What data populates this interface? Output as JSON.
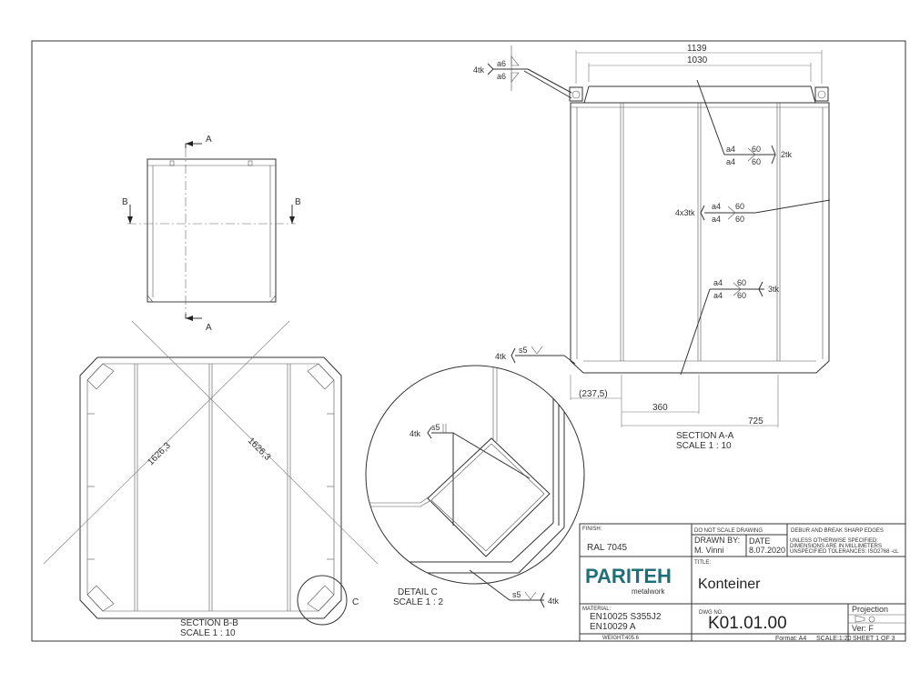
{
  "views": {
    "top": {
      "cut_a": "A",
      "cut_b": "B"
    },
    "section_aa": {
      "name": "SECTION A-A",
      "scale": "SCALE 1 : 10",
      "dims": [
        "1139",
        "1030",
        "(237,5)",
        "360",
        "725"
      ],
      "welds": {
        "w1_qty": "4tk",
        "w1_a": "a6",
        "w1_b": "a6",
        "w2_qty": "2tk",
        "w2_a": "a4",
        "w2_b": "a4",
        "w2_l1": "60",
        "w2_l2": "60",
        "w3_qty": "4x3tk",
        "w3_a": "a4",
        "w3_b": "a4",
        "w3_l1": "60",
        "w3_l2": "60",
        "w4_qty": "3tk",
        "w4_a": "a4",
        "w4_b": "a4",
        "w4_l1": "60",
        "w4_l2": "60",
        "w5_qty": "4tk",
        "w5_s": "s5"
      }
    },
    "section_bb": {
      "name": "SECTION B-B",
      "scale": "SCALE 1 : 10",
      "diag1": "1626,3",
      "diag2": "1626,3",
      "detail_ref": "C"
    },
    "detail_c": {
      "name": "DETAIL C",
      "scale": "SCALE 1 : 2",
      "weld1_qty": "4tk",
      "weld1_s": "s5",
      "weld2_qty": "4tk",
      "weld2_s": "s5"
    }
  },
  "title_block": {
    "finish_label": "FINISH:",
    "finish": "RAL 7045",
    "do_not_scale": "DO NOT SCALE DRAWING",
    "debur": "DEBUR AND BREAK SHARP EDGES",
    "drawn_by_label": "DRAWN BY:",
    "drawn_by": "M. Vinni",
    "date_label": "DATE",
    "date": "8.07.2020",
    "unless1": "UNLESS OTHERWISE SPECIFIED:",
    "unless2": "DIMENSIONS ARE IN MILLIMETERS",
    "unless3": "UNSPECIFIED TOLERANCES: ISO2768 -cL",
    "logo_main": "PARITEH",
    "logo_sub": "metalwork",
    "title_label": "TITLE:",
    "title": "Konteiner",
    "material_label": "MATERIAL:",
    "material1": "EN10025 S355J2",
    "material2": "EN10029 A",
    "weight": "WEIGHT:405.6",
    "dwg_label": "DWG NO.",
    "dwg_no": "K01.01.00",
    "projection_label": "Projection",
    "ver": "Ver: F",
    "format": "Format: A4",
    "scale": "SCALE:1:20",
    "sheet": "SHEET 1 OF 3"
  },
  "colors": {
    "logo_teal": "#1f6f78",
    "line": "#333333"
  }
}
